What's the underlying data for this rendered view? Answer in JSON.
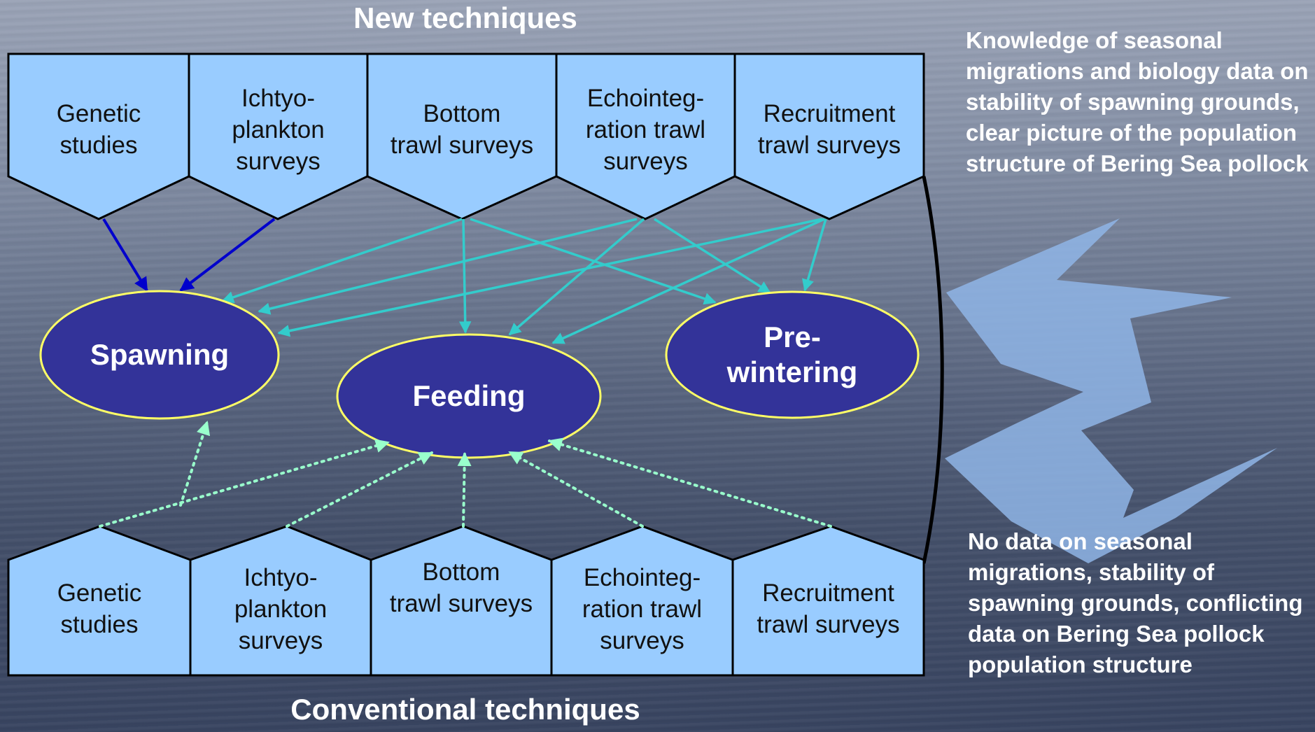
{
  "headings": {
    "top": "New techniques",
    "bottom": "Conventional techniques"
  },
  "new_techniques": [
    {
      "label": "Genetic\nstudies"
    },
    {
      "label": "Ichtyo-\nplankton\nsurveys"
    },
    {
      "label": "Bottom\ntrawl surveys"
    },
    {
      "label": "Echointeg-\nration trawl\nsurveys"
    },
    {
      "label": "Recruitment\ntrawl surveys"
    }
  ],
  "conventional_techniques": [
    {
      "label": "Genetic\nstudies"
    },
    {
      "label": "Ichtyo-\nplankton\nsurveys"
    },
    {
      "label": "Bottom\ntrawl surveys"
    },
    {
      "label": "Echointeg-\nration trawl\nsurveys"
    },
    {
      "label": "Recruitment\ntrawl surveys"
    }
  ],
  "stages": [
    {
      "label": "Spawning"
    },
    {
      "label": "Feeding"
    },
    {
      "label": "Pre-\nwintering"
    }
  ],
  "notes": {
    "top": "Knowledge of seasonal migrations and biology data on stability of spawning grounds, clear picture of the population structure of Bering Sea pollock",
    "bottom": "No data on seasonal migrations, stability of spawning grounds, conflicting data on Bering Sea pollock population structure"
  },
  "colors": {
    "box_fill": "#99ccff",
    "ellipse_fill": "#333399",
    "ellipse_stroke": "#ffff66",
    "new_arrow_genetic": "#0000cc",
    "new_arrow_other": "#33cccc",
    "conventional_arrow": "#99ffcc",
    "big_arrow": "#8fb5e6"
  }
}
